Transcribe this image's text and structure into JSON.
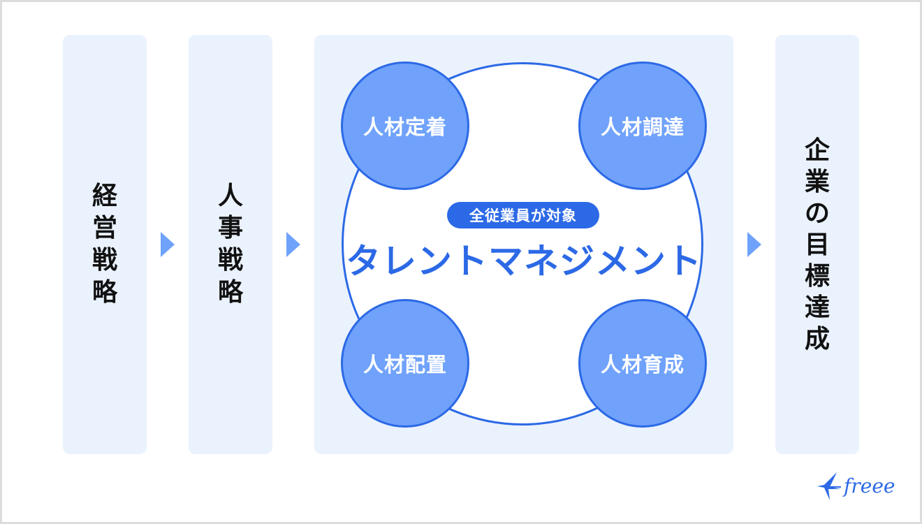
{
  "columns": {
    "management_strategy": [
      "経",
      "営",
      "戦",
      "略"
    ],
    "hr_strategy": [
      "人",
      "事",
      "戦",
      "略"
    ],
    "company_goal": [
      "企",
      "業",
      "の",
      "目",
      "標",
      "達",
      "成"
    ]
  },
  "center": {
    "badge": "全従業員が対象",
    "title": "タレントマネジメント",
    "quadrants": {
      "top_left": "人材定着",
      "top_right": "人材調達",
      "bottom_left": "人材配置",
      "bottom_right": "人材育成"
    }
  },
  "logo": {
    "text": "freee",
    "icon": "swallow-bird-icon"
  },
  "colors": {
    "panel_bg": "#eaf2fd",
    "accent": "#2c69e6",
    "circle_fill": "#70a2fb",
    "arrow": "#6fa2fb",
    "text": "#111111"
  }
}
